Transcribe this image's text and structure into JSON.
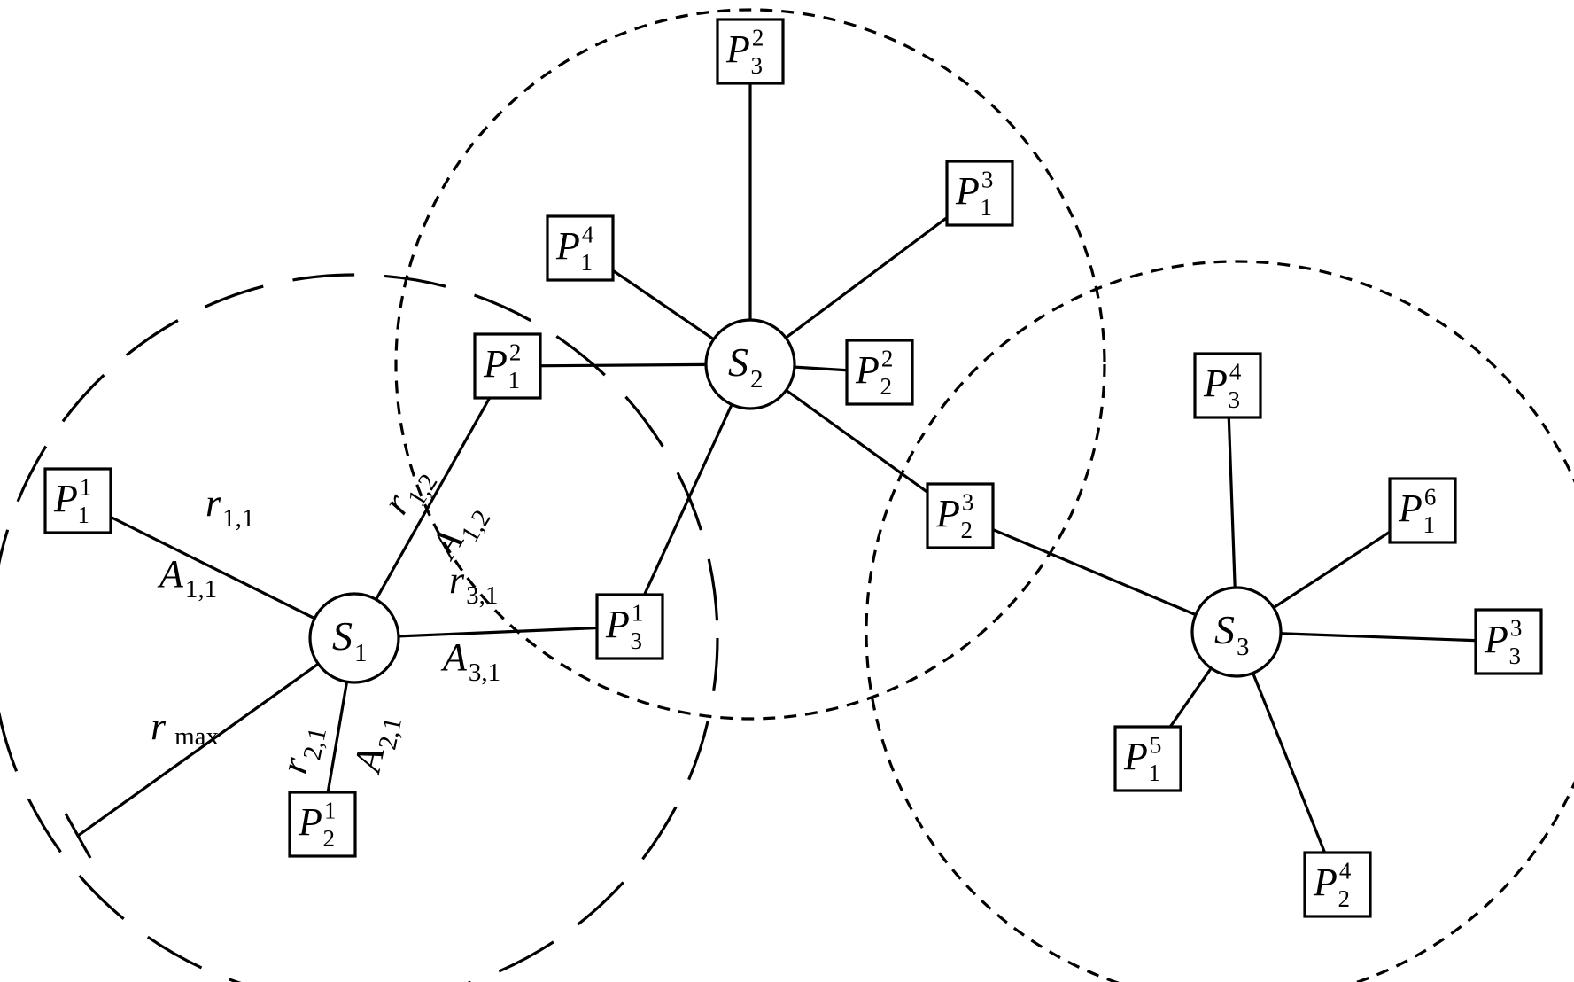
{
  "figure": {
    "stations": [
      {
        "id": "S1",
        "letter": "S",
        "sub": "1"
      },
      {
        "id": "S2",
        "letter": "S",
        "sub": "2"
      },
      {
        "id": "S3",
        "letter": "S",
        "sub": "3"
      }
    ],
    "points": [
      {
        "id": "P11",
        "letter": "P",
        "sup": "1",
        "sub": "1"
      },
      {
        "id": "P12",
        "letter": "P",
        "sup": "1",
        "sub": "2"
      },
      {
        "id": "P13",
        "letter": "P",
        "sup": "1",
        "sub": "3"
      },
      {
        "id": "P21",
        "letter": "P",
        "sup": "2",
        "sub": "1"
      },
      {
        "id": "P23",
        "letter": "P",
        "sup": "2",
        "sub": "3"
      },
      {
        "id": "P31",
        "letter": "P",
        "sup": "3",
        "sub": "1"
      },
      {
        "id": "P41",
        "letter": "P",
        "sup": "4",
        "sub": "1"
      },
      {
        "id": "P22",
        "letter": "P",
        "sup": "2",
        "sub": "2"
      },
      {
        "id": "P32",
        "letter": "P",
        "sup": "3",
        "sub": "2"
      },
      {
        "id": "P43",
        "letter": "P",
        "sup": "4",
        "sub": "3"
      },
      {
        "id": "P61",
        "letter": "P",
        "sup": "6",
        "sub": "1"
      },
      {
        "id": "P33",
        "letter": "P",
        "sup": "3",
        "sub": "3"
      },
      {
        "id": "P51",
        "letter": "P",
        "sup": "5",
        "sub": "1"
      },
      {
        "id": "P42",
        "letter": "P",
        "sup": "4",
        "sub": "2"
      }
    ],
    "labels": [
      {
        "id": "r11",
        "letter": "r",
        "sub": "1,1"
      },
      {
        "id": "A11",
        "letter": "A",
        "sub": "1,1"
      },
      {
        "id": "r12",
        "letter": "r",
        "sub": "1,2"
      },
      {
        "id": "A12",
        "letter": "A",
        "sub": "1,2"
      },
      {
        "id": "r31",
        "letter": "r",
        "sub": "3,1"
      },
      {
        "id": "A31",
        "letter": "A",
        "sub": "3,1"
      },
      {
        "id": "r21",
        "letter": "r",
        "sub": "2,1"
      },
      {
        "id": "A21",
        "letter": "A",
        "sub": "2,1"
      },
      {
        "id": "rmax",
        "letter": "r",
        "sub": "max"
      }
    ],
    "links": [
      [
        "S1",
        "P11"
      ],
      [
        "S1",
        "P12"
      ],
      [
        "S1",
        "P13"
      ],
      [
        "S1",
        "P21"
      ],
      [
        "S1",
        "RMAX"
      ],
      [
        "S2",
        "P21"
      ],
      [
        "S2",
        "P23"
      ],
      [
        "S2",
        "P31"
      ],
      [
        "S2",
        "P41"
      ],
      [
        "S2",
        "P22"
      ],
      [
        "S2",
        "P13"
      ],
      [
        "S2",
        "P32"
      ],
      [
        "S3",
        "P32"
      ],
      [
        "S3",
        "P43"
      ],
      [
        "S3",
        "P61"
      ],
      [
        "S3",
        "P33"
      ],
      [
        "S3",
        "P51"
      ],
      [
        "S3",
        "P42"
      ]
    ],
    "line_color": "#000000",
    "background": "#ffffff"
  }
}
